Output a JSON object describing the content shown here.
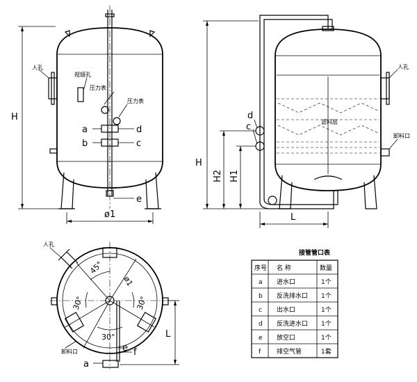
{
  "front_view": {
    "dim_H": "H",
    "dim_diameter": "ø1",
    "callout_manhole": "人孔",
    "callout_sight_glass": "视镜孔",
    "callout_pressure_1": "压力表",
    "callout_pressure_2": "压力表",
    "port_a": "a",
    "port_b": "b",
    "port_c": "c",
    "port_d": "d",
    "port_e": "e"
  },
  "side_view": {
    "dim_H": "H",
    "dim_H2": "H2",
    "dim_H1": "H1",
    "dim_L": "L",
    "callout_manhole": "人孔",
    "callout_filter_layer": "滤料层",
    "callout_discharge": "卸料口",
    "port_c": "c",
    "port_d": "d"
  },
  "plan_view": {
    "callout_manhole": "人孔",
    "callout_outlet": "卸料口",
    "dim_L": "L",
    "angle_1": "30°",
    "angle_2": "30°",
    "angle_3": "30°",
    "angle_4": "45°",
    "dim_phi": "ø1",
    "port_a": "a",
    "port_e": "e",
    "port_f": "f"
  },
  "nozzle_table": {
    "title": "接管管口表",
    "headers": [
      "序号",
      "名    称",
      "数量"
    ],
    "rows": [
      {
        "id": "a",
        "name": "进水口",
        "qty": "1个"
      },
      {
        "id": "b",
        "name": "反洗排水口",
        "qty": "1个"
      },
      {
        "id": "c",
        "name": "出水口",
        "qty": "1个"
      },
      {
        "id": "d",
        "name": "反洗进水口",
        "qty": "1个"
      },
      {
        "id": "e",
        "name": "放空口",
        "qty": "1个"
      },
      {
        "id": "f",
        "name": "排空气管",
        "qty": "1套"
      }
    ]
  }
}
